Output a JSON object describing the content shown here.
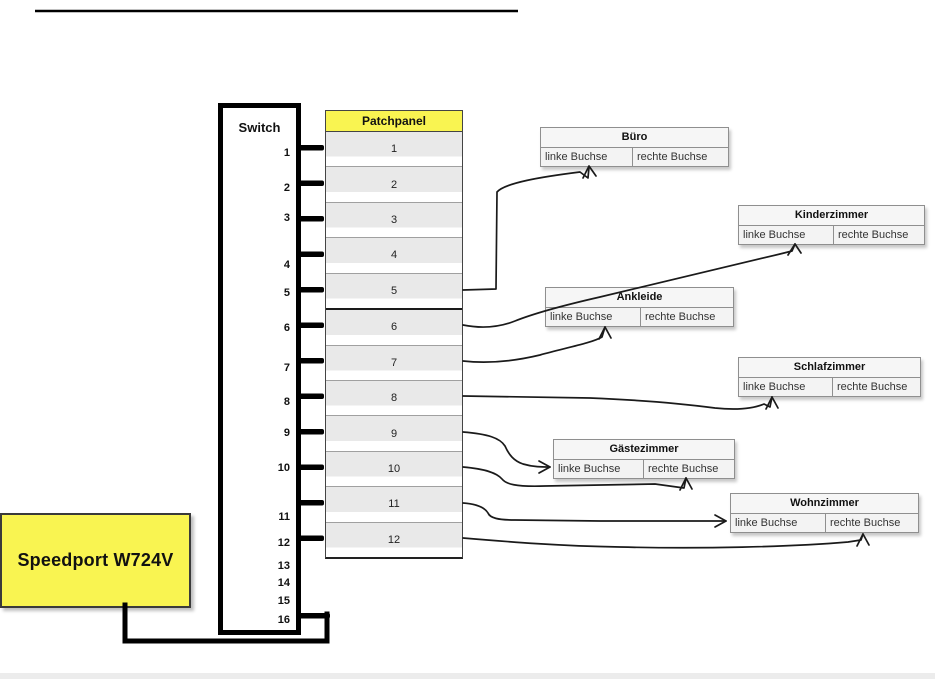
{
  "speedport": {
    "label": "Speedport W724V"
  },
  "switch": {
    "label": "Switch",
    "ports": [
      "1",
      "2",
      "3",
      "4",
      "5",
      "6",
      "7",
      "8",
      "9",
      "10",
      "11",
      "12",
      "13",
      "14",
      "15",
      "16"
    ]
  },
  "patchpanel": {
    "label": "Patchpanel",
    "ports": [
      "1",
      "2",
      "3",
      "4",
      "5",
      "6",
      "7",
      "8",
      "9",
      "10",
      "11",
      "12"
    ]
  },
  "rooms": [
    {
      "name": "Büro",
      "left": "linke Buchse",
      "right": "rechte Buchse"
    },
    {
      "name": "Kinderzimmer",
      "left": "linke Buchse",
      "right": "rechte Buchse"
    },
    {
      "name": "Ankleide",
      "left": "linke Buchse",
      "right": "rechte Buchse"
    },
    {
      "name": "Schlafzimmer",
      "left": "linke Buchse",
      "right": "rechte Buchse"
    },
    {
      "name": "Gästezimmer",
      "left": "linke Buchse",
      "right": "rechte Buchse"
    },
    {
      "name": "Wohnzimmer",
      "left": "linke Buchse",
      "right": "rechte Buchse"
    }
  ],
  "connections": [
    {
      "patchpanel_port": "5",
      "room": "Büro",
      "socket": "linke Buchse"
    },
    {
      "patchpanel_port": "6",
      "room": "Kinderzimmer",
      "socket": "linke Buchse"
    },
    {
      "patchpanel_port": "7",
      "room": "Ankleide",
      "socket": "linke Buchse"
    },
    {
      "patchpanel_port": "8",
      "room": "Schlafzimmer",
      "socket": "linke Buchse"
    },
    {
      "patchpanel_port": "9",
      "room": "Gästezimmer",
      "socket": "linke Buchse"
    },
    {
      "patchpanel_port": "10",
      "room": "Gästezimmer",
      "socket": "rechte Buchse"
    },
    {
      "patchpanel_port": "11",
      "room": "Wohnzimmer",
      "socket": "linke Buchse"
    },
    {
      "patchpanel_port": "12",
      "room": "Wohnzimmer",
      "socket": "rechte Buchse"
    },
    {
      "from": "Speedport W724V",
      "to": "Switch"
    }
  ],
  "colors": {
    "highlight_yellow": "#f9f451",
    "wire": "#1a1a1a"
  }
}
